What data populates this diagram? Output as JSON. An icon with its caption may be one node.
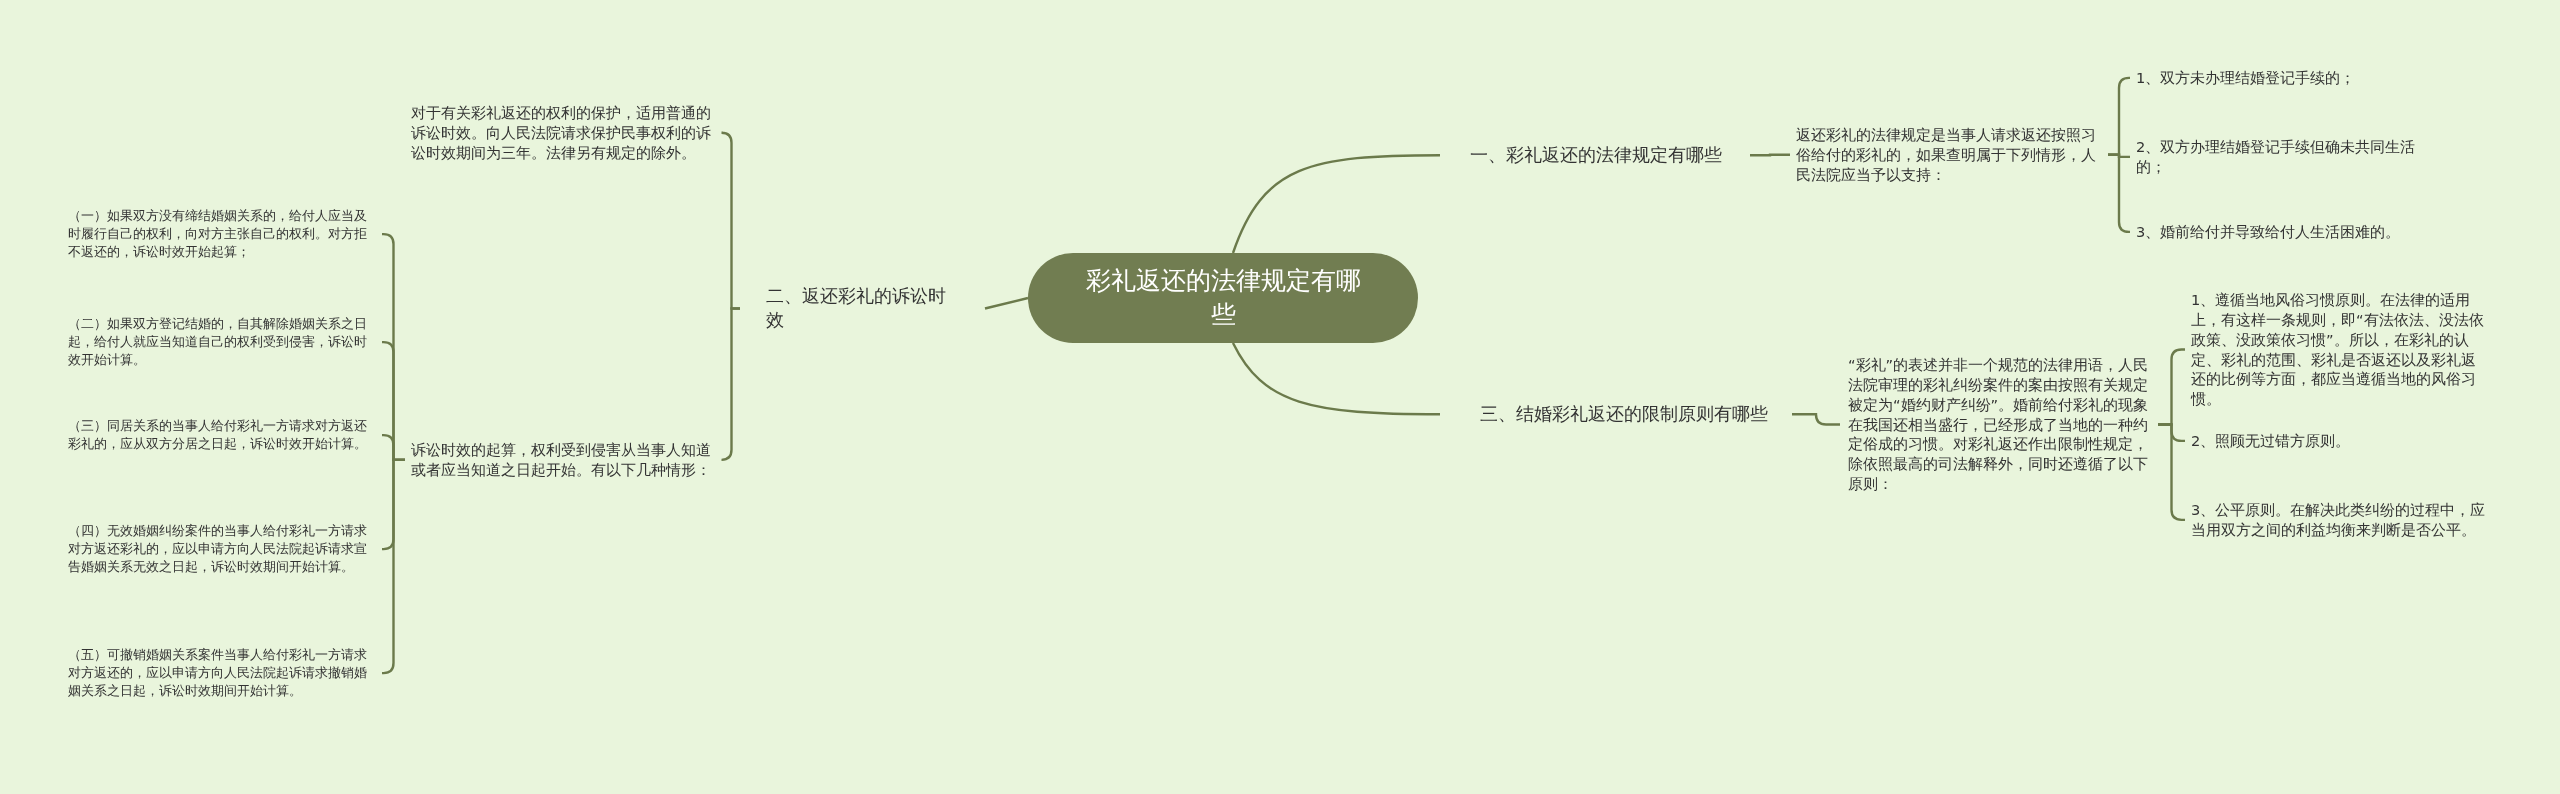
{
  "diagram": {
    "nodes": [
      {
        "text": [
          "彩礼返还的法律规定有哪些"
        ]
      },
      {
        "text": [
          "一、彩礼返还的法律规定有哪些"
        ]
      },
      {
        "text": [
          "返还彩礼的法律规定是当事人请求返还按照习俗给付的彩礼的，如果查明属于下列情形，人民法院应当予以支持："
        ]
      },
      {
        "text": [
          "1、双方未办理结婚登记手续的；"
        ]
      },
      {
        "text": [
          "2、双方办理结婚登记手续但确未共同生活的；"
        ]
      },
      {
        "text": [
          "3、婚前给付并导致给付人生活困难的。"
        ]
      },
      {
        "text": [
          "二、返还彩礼的诉讼时效"
        ]
      },
      {
        "text": [
          "对于有关彩礼返还的权利的保护，适用普通的诉讼时效。向人民法院请求保护民事权利的诉讼时效期间为三年。法律另有规定的除外。"
        ]
      },
      {
        "text": [
          "诉讼时效的起算，权利受到侵害从当事人知道或者应当知道之日起开始。有以下几种情形："
        ]
      },
      {
        "text": [
          "（一）如果双方没有缔结婚姻关系的，给付人应当及时履行自己的权利，向对方主张自己的权利。对方拒不返还的，诉讼时效开始起算；"
        ]
      },
      {
        "text": [
          "（二）如果双方登记结婚的，自其解除婚姻关系之日起，给付人就应当知道自己的权利受到侵害，诉讼时效开始计算。"
        ]
      },
      {
        "text": [
          "（三）同居关系的当事人给付彩礼一方请求对方返还彩礼的，应从双方分居之日起，诉讼时效开始计算。"
        ]
      },
      {
        "text": [
          "（四）无效婚姻纠纷案件的当事人给付彩礼一方请求对方返还彩礼的，应以申请方向人民法院起诉请求宣告婚姻关系无效之日起，诉讼时效期间开始计算。"
        ]
      },
      {
        "text": [
          "（五）可撤销婚姻关系案件当事人给付彩礼一方请求对方返还的，应以申请方向人民法院起诉请求撤销婚姻关系之日起，诉讼时效期间开始计算。"
        ]
      },
      {
        "text": [
          "三、结婚彩礼返还的限制原则有哪些"
        ]
      },
      {
        "text": [
          "“彩礼”的表述并非一个规范的法律用语，人民法院审理的彩礼纠纷案件的案由按照有关规定被定为“婚约财产纠纷”。婚前给付彩礼的现象在我国还相当盛行，已经形成了当地的一种约定俗成的习惯。对彩礼返还作出限制性规定，除依照最高的司法解释外，同时还遵循了以下原则："
        ]
      },
      {
        "text": [
          "1、遵循当地风俗习惯原则。在法律的适用上，有这样一条规则，即“有法依法、没法依政策、没政策依习惯”。所以，在彩礼的认定、彩礼的范围、彩礼是否返还以及彩礼返还的比例等方面，都应当遵循当地的风俗习惯。"
        ]
      },
      {
        "text": [
          "2、照顾无过错方原则。"
        ]
      },
      {
        "text": [
          "3、公平原则。在解决此类纠纷的过程中，应当用双方之间的利益均衡来判断是否公平。"
        ]
      }
    ],
    "edges": [
      {
        "from": 0,
        "to": 1,
        "arrow": "none"
      },
      {
        "from": 1,
        "to": 2,
        "arrow": "none"
      },
      {
        "from": 2,
        "to": 3,
        "arrow": "none"
      },
      {
        "from": 2,
        "to": 4,
        "arrow": "none"
      },
      {
        "from": 2,
        "to": 5,
        "arrow": "none"
      },
      {
        "from": 0,
        "to": 6,
        "arrow": "none"
      },
      {
        "from": 6,
        "to": 7,
        "arrow": "none"
      },
      {
        "from": 6,
        "to": 8,
        "arrow": "none"
      },
      {
        "from": 8,
        "to": 9,
        "arrow": "none"
      },
      {
        "from": 8,
        "to": 10,
        "arrow": "none"
      },
      {
        "from": 8,
        "to": 11,
        "arrow": "none"
      },
      {
        "from": 8,
        "to": 12,
        "arrow": "none"
      },
      {
        "from": 8,
        "to": 13,
        "arrow": "none"
      },
      {
        "from": 0,
        "to": 14,
        "arrow": "none"
      },
      {
        "from": 14,
        "to": 15,
        "arrow": "none"
      },
      {
        "from": 15,
        "to": 16,
        "arrow": "none"
      },
      {
        "from": 15,
        "to": 17,
        "arrow": "none"
      },
      {
        "from": 15,
        "to": 18,
        "arrow": "none"
      }
    ]
  }
}
